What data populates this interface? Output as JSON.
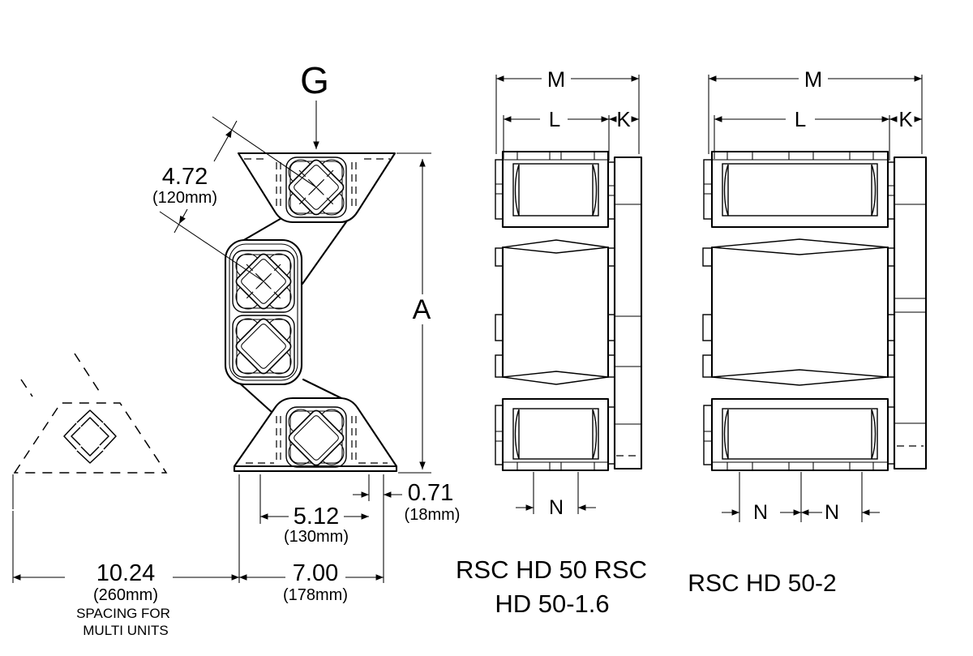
{
  "drawing": {
    "front": {
      "point_label": "G",
      "height_label": "A",
      "diag": {
        "in": "4.72",
        "mm": "(120mm)"
      },
      "edge": {
        "in": "0.71",
        "mm": "(18mm)"
      },
      "inner": {
        "in": "5.12",
        "mm": "(130mm)"
      },
      "outer": {
        "in": "7.00",
        "mm": "(178mm)"
      },
      "spacing": {
        "in": "10.24",
        "mm": "(260mm)",
        "note1": "SPACING  FOR",
        "note2": "MULTI UNITS"
      }
    },
    "single": {
      "overall": "M",
      "body": "L",
      "flange": "K",
      "foot": "N",
      "caption1": "RSC HD 50 RSC",
      "caption2": "HD 50-1.6"
    },
    "double": {
      "overall": "M",
      "body": "L",
      "flange": "K",
      "foot_left": "N",
      "foot_right": "N",
      "caption": "RSC HD 50-2"
    },
    "colors": {
      "line": "#000000",
      "background": "#ffffff"
    }
  }
}
